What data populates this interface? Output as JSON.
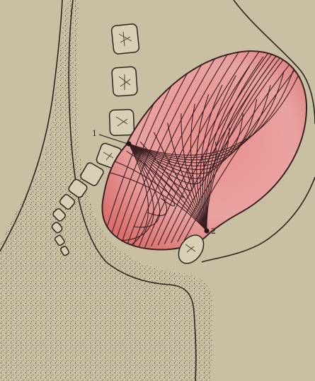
{
  "figure": {
    "markers": [
      {
        "id": "1",
        "label": "1"
      },
      {
        "id": "2",
        "label": "2"
      }
    ]
  },
  "colors": {
    "page": "#c9c0a4",
    "stipple": "#3a3122",
    "outline": "#2b2519",
    "uterus_fill": "#e7a6a4",
    "uterus_mesh": "#3a1e22"
  }
}
